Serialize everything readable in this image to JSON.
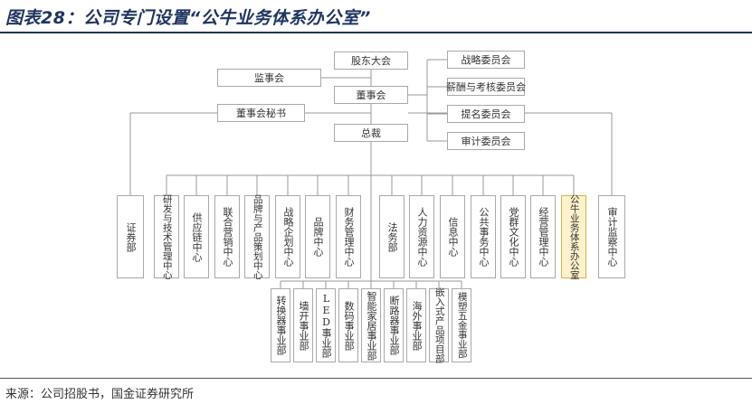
{
  "figure": {
    "title": "图表28：公司专门设置“公牛业务体系办公室”",
    "source": "来源：公司招股书，国金证券研究所"
  },
  "org": {
    "shareholders_meeting": "股东大会",
    "supervisory_board": "监事会",
    "board_of_directors": "董事会",
    "board_secretary": "董事会秘书",
    "president": "总裁",
    "committees": [
      "战略委员会",
      "薪酬与考核委员会",
      "提名委员会",
      "审计委员会"
    ],
    "departments": [
      "证券部",
      "研发与技术管理中心",
      "供应链中心",
      "联合营销中心",
      "品牌与产品策划中心",
      "战略企划中心",
      "品牌中心",
      "财务管理中心",
      "法务部",
      "人力资源中心",
      "信息中心",
      "公共事务中心",
      "党群文化中心",
      "经营管理中心",
      "公牛业务体系办公室",
      "审计监察中心"
    ],
    "business_units": [
      "转换器事业部",
      "墙开事业部",
      "LED事业部",
      "数码事业部",
      "智能家居事业部",
      "断路器事业部",
      "海外事业部",
      "嵌入式产品项目部",
      "模塑五金事业部"
    ],
    "highlighted_department": "公牛业务体系办公室"
  },
  "colors": {
    "title": "#1f3560",
    "box_border": "#a9a9a9",
    "connector": "#9a9a9a",
    "highlight_fill": "#fdf2cc",
    "highlight_border": "#d9b24a"
  }
}
